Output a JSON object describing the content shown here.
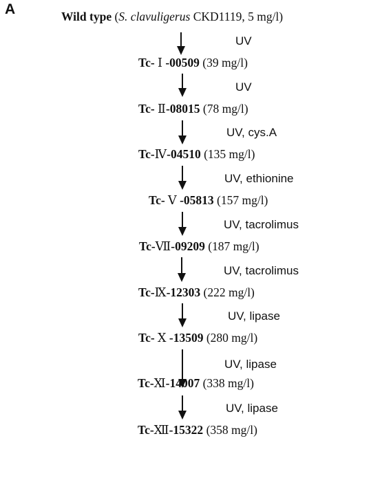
{
  "panel_label": "A",
  "wild_type": {
    "name": "Wild type",
    "open": " (",
    "species": "S. clavuligerus",
    "detail": " CKD1119, 5 mg/l)"
  },
  "steps": [
    {
      "treatment": "UV"
    },
    {
      "treatment": "UV"
    },
    {
      "treatment": "UV, cys.A"
    },
    {
      "treatment": "UV, ethionine"
    },
    {
      "treatment": "UV, tacrolimus"
    },
    {
      "treatment": "UV, tacrolimus"
    },
    {
      "treatment": "UV, lipase"
    },
    {
      "treatment": "UV, lipase"
    },
    {
      "treatment": "UV, lipase"
    }
  ],
  "strains": [
    {
      "prefix": "Tc-",
      "roman": " Ⅰ ",
      "code": "-00509",
      "conc": " (39 mg/l)"
    },
    {
      "prefix": "Tc-",
      "roman": " Ⅱ",
      "code": "-08015",
      "conc": " (78 mg/l)"
    },
    {
      "prefix": "Tc-",
      "roman": "Ⅳ",
      "code": "-04510",
      "conc": " (135 mg/l)"
    },
    {
      "prefix": "Tc-",
      "roman": " Ⅴ ",
      "code": "-05813",
      "conc": " (157 mg/l)"
    },
    {
      "prefix": "Tc-",
      "roman": "Ⅶ",
      "code": "-09209",
      "conc": " (187 mg/l)"
    },
    {
      "prefix": "Tc-",
      "roman": "Ⅸ",
      "code": "-12303",
      "conc": " (222 mg/l)"
    },
    {
      "prefix": "Tc-",
      "roman": " Ⅹ ",
      "code": "-13509",
      "conc": " (280 mg/l)"
    },
    {
      "prefix": "Tc-",
      "roman": "Ⅺ",
      "code": "-14007",
      "conc": " (338 mg/l)"
    },
    {
      "prefix": "Tc-",
      "roman": "Ⅻ",
      "code": "-15322",
      "conc": " (358 mg/l)"
    }
  ]
}
